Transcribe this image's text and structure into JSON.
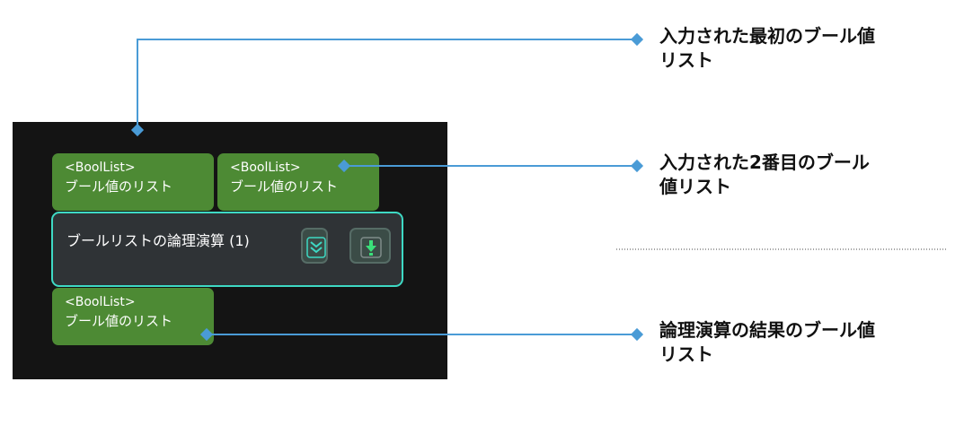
{
  "ports": {
    "input1": {
      "type": "<BoolList>",
      "label": "ブール値のリスト"
    },
    "input2": {
      "type": "<BoolList>",
      "label": "ブール値のリスト"
    },
    "output": {
      "type": "<BoolList>",
      "label": "ブール値のリスト"
    }
  },
  "step": {
    "title": "ブールリストの論理演算 (1)",
    "buttons": [
      {
        "icon": "double-chevron-down-icon"
      },
      {
        "icon": "download-arrow-icon"
      }
    ]
  },
  "annotations": {
    "first_input": {
      "line1": "入力された最初のブール値",
      "line2": "リスト"
    },
    "second_input": {
      "line1": "入力された2番目のブール",
      "line2": "値リスト"
    },
    "result": {
      "line1": "論理演算の結果のブール値",
      "line2": "リスト"
    }
  },
  "colors": {
    "canvas": "#141414",
    "port": "#4d8a34",
    "step_border": "#3ed9c4",
    "connector": "#4a9bd6"
  }
}
